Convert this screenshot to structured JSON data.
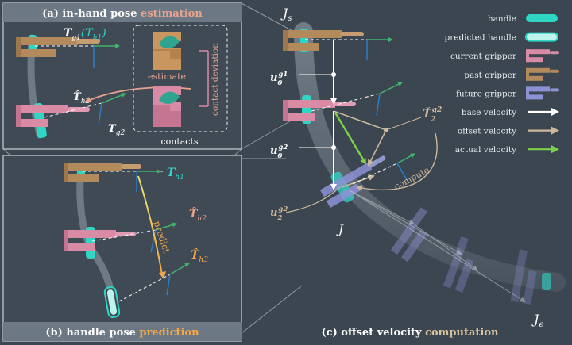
{
  "colors": {
    "background": "#3b4650",
    "handle": "#2fd6c6",
    "current_gripper": "#d98aa5",
    "past_gripper": "#b38a5c",
    "future_gripper": "#8d92d6",
    "base_velocity": "#ffffff",
    "offset_velocity": "#cdb89b",
    "actual_velocity": "#7bd24a",
    "caption_highlight_estimation": "#e8a38f",
    "caption_highlight_prediction": "#f0a74a",
    "caption_highlight_computation": "#d8c2a0"
  },
  "panel_a": {
    "caption_prefix": "(a) in-hand pose ",
    "caption_highlight": "estimation",
    "label_tg1": "T",
    "label_tg1_sub": "g1",
    "label_th1_paren": "(T",
    "label_th1_sub": "h1",
    "label_th1_close": ")",
    "label_th2": "T̂",
    "label_th2_sub": "h2",
    "label_tg2": "T",
    "label_tg2_sub": "g2",
    "estimate_label": "estimate",
    "contact_deviation_label": "contact deviation",
    "contacts_label": "contacts"
  },
  "panel_b": {
    "caption_prefix": "(b) handle pose ",
    "caption_highlight": "prediction",
    "label_th1": "T",
    "label_th1_sub": "h1",
    "label_th2": "T̂",
    "label_th2_sub": "h2",
    "label_th3": "T̂",
    "label_th3_sub": "h3",
    "predict_label": "predict"
  },
  "panel_c": {
    "caption_prefix": "(c) offset velocity ",
    "caption_highlight": "computation",
    "label_js": "J",
    "label_js_sub": "s",
    "label_j": "J",
    "label_je": "J",
    "label_je_sub": "e",
    "label_u0g1": "u",
    "label_u0g1_sub": "0",
    "label_u0g1_sup": "g1",
    "label_u0g2": "u",
    "label_u0g2_sub": "0",
    "label_u0g2_sup": "g2",
    "label_u2g2": "u",
    "label_u2g2_sub": "2",
    "label_u2g2_sup": "g2",
    "label_t2g2": "Ť",
    "label_t2g2_sub": "2",
    "label_t2g2_sup": "g2",
    "compute_label": "compute"
  },
  "legend": {
    "items": [
      {
        "label": "handle",
        "kind": "handle"
      },
      {
        "label": "predicted handle",
        "kind": "predicted-handle"
      },
      {
        "label": "current gripper",
        "kind": "current-gripper"
      },
      {
        "label": "past gripper",
        "kind": "past-gripper"
      },
      {
        "label": "future gripper",
        "kind": "future-gripper"
      },
      {
        "label": "base velocity",
        "kind": "base-velocity"
      },
      {
        "label": "offset velocity",
        "kind": "offset-velocity"
      },
      {
        "label": "actual velocity",
        "kind": "actual-velocity"
      }
    ]
  }
}
